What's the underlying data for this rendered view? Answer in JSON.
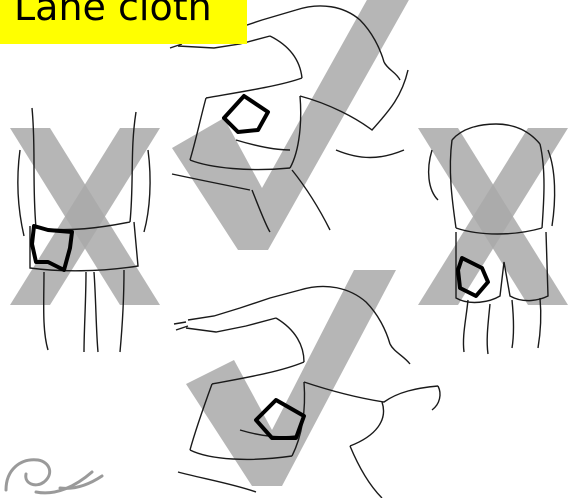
{
  "title": "Lane cloth",
  "colors": {
    "title_highlight": "#ffff00",
    "mark_gray": "#a9a9a9",
    "line_art": "#1a1a1a",
    "lane_cloth_outline": "#000000",
    "logo_gray": "#9a9a9a"
  },
  "figures": [
    {
      "id": "back-view-hip",
      "verdict": "incorrect",
      "mark": "cross"
    },
    {
      "id": "runner-thigh-upper",
      "verdict": "correct",
      "mark": "check"
    },
    {
      "id": "front-view-thigh",
      "verdict": "incorrect",
      "mark": "cross"
    },
    {
      "id": "runner-thigh-lower",
      "verdict": "correct",
      "mark": "check"
    }
  ],
  "logo_icon": "swirl-logo-icon"
}
